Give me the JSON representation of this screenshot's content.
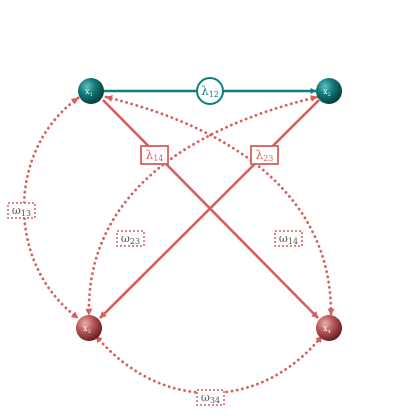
{
  "colors": {
    "teal": "#0e7f7f",
    "red": "#d65f5f",
    "node_teal_light": "#39a0a0",
    "node_teal_dark": "#084a4a",
    "node_red_light": "#d98a8a",
    "node_red_dark": "#7a2424"
  },
  "nodes": {
    "x1": {
      "base": "x",
      "sub": "1"
    },
    "x2": {
      "base": "x",
      "sub": "2"
    },
    "x3": {
      "base": "x",
      "sub": "3"
    },
    "x4": {
      "base": "x",
      "sub": "4"
    }
  },
  "edges": {
    "l12": {
      "base": "λ",
      "sub": "12"
    },
    "l14": {
      "base": "λ",
      "sub": "14"
    },
    "l23": {
      "base": "λ",
      "sub": "23"
    },
    "w13": {
      "base": "ω",
      "sub": "13"
    },
    "w23": {
      "base": "ω",
      "sub": "23"
    },
    "w14": {
      "base": "ω",
      "sub": "14"
    },
    "w34": {
      "base": "ω",
      "sub": "34"
    }
  }
}
